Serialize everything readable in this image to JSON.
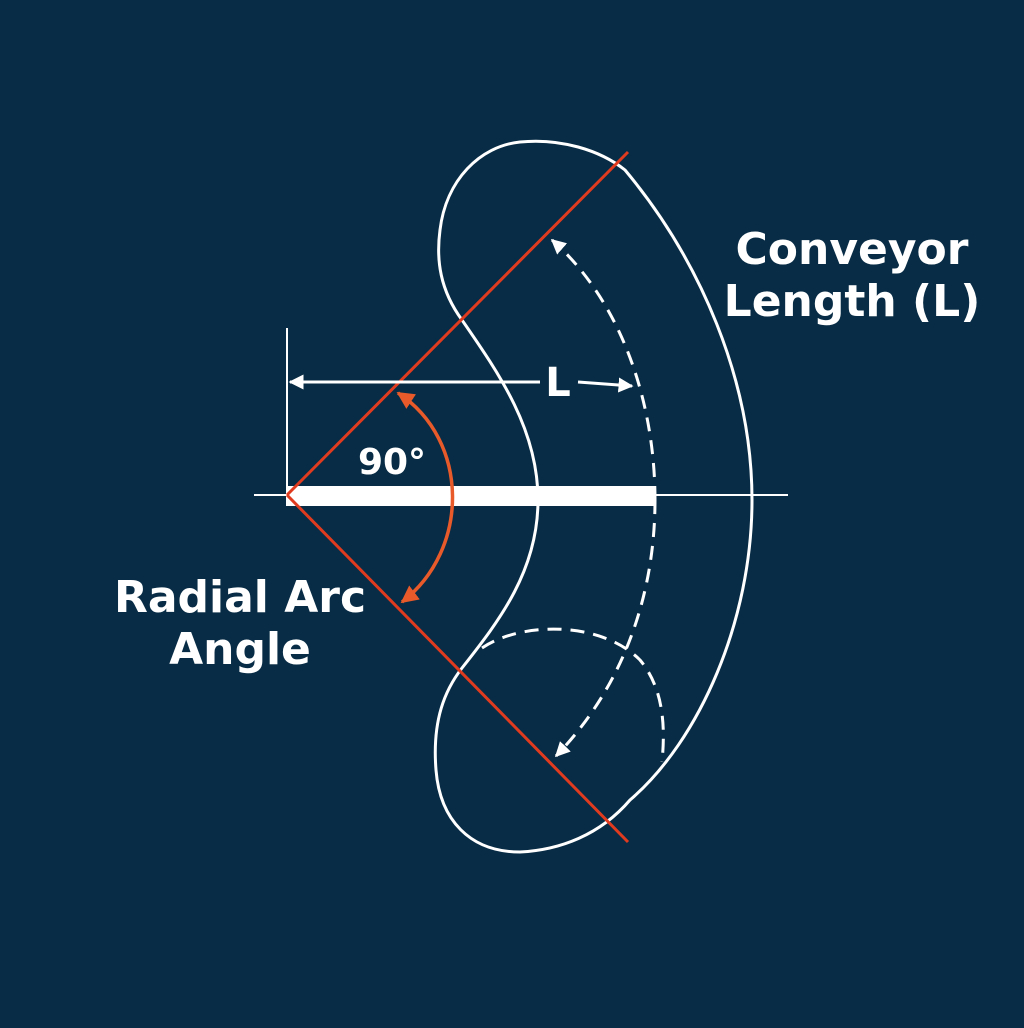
{
  "labels": {
    "length_title_line1": "Conveyor",
    "length_title_line2": "Length (L)",
    "length_symbol": "L",
    "angle_value": "90°",
    "angle_title_line1": "Radial Arc",
    "angle_title_line2": "Angle"
  },
  "colors": {
    "background": "#082c45",
    "outline": "#ffffff",
    "radial_line": "#e13b1f",
    "angle_arrow": "#e85a2a",
    "text": "#ffffff"
  }
}
